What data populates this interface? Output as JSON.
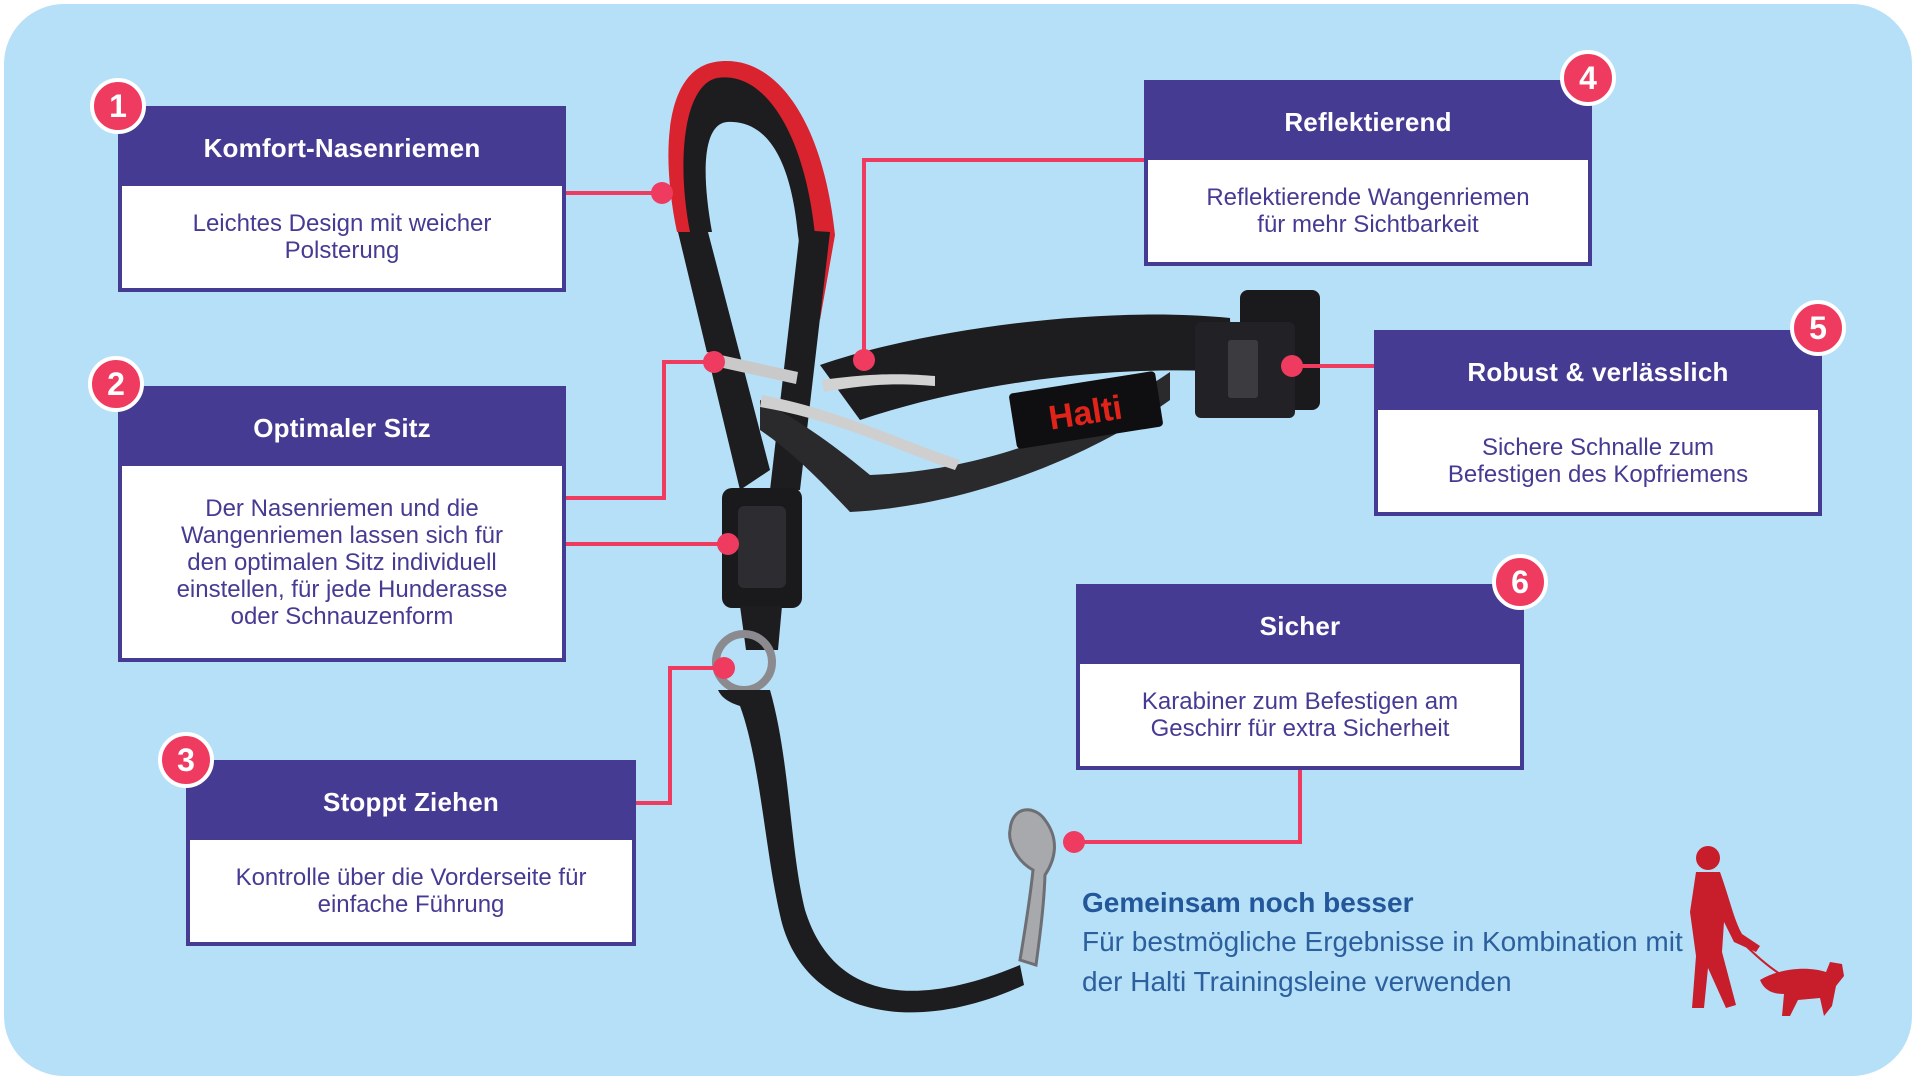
{
  "brand_label": "Halti",
  "colors": {
    "background": "#b6e0f7",
    "box_header": "#463b93",
    "accent": "#ef3b5f",
    "harness_strap": "#1d1d1f",
    "padding_red": "#d9232e"
  },
  "features": [
    {
      "number": "1",
      "title": "Komfort-Nasenriemen",
      "text": "Leichtes Design mit weicher Polsterung"
    },
    {
      "number": "2",
      "title": "Optimaler Sitz",
      "text": "Der Nasenriemen und die Wangenriemen lassen sich für den optimalen Sitz individuell einstellen, für jede Hunderasse oder Schnauzenform"
    },
    {
      "number": "3",
      "title": "Stoppt Ziehen",
      "text": "Kontrolle über die Vorderseite für einfache Führung"
    },
    {
      "number": "4",
      "title": "Reflektierend",
      "text": "Reflektierende Wangenriemen für mehr Sichtbarkeit"
    },
    {
      "number": "5",
      "title": "Robust & verlässlich",
      "text": "Sichere Schnalle zum Befestigen des Kopfriemens"
    },
    {
      "number": "6",
      "title": "Sicher",
      "text": "Karabiner zum Befestigen am Geschirr für extra Sicherheit"
    }
  ],
  "promo": {
    "title": "Gemeinsam noch besser",
    "text": "Für bestmögliche Ergebnisse in Kombination mit der Halti Trainingsleine verwenden"
  },
  "icons": [
    "harness-illustration",
    "person-walking-dog-icon"
  ]
}
